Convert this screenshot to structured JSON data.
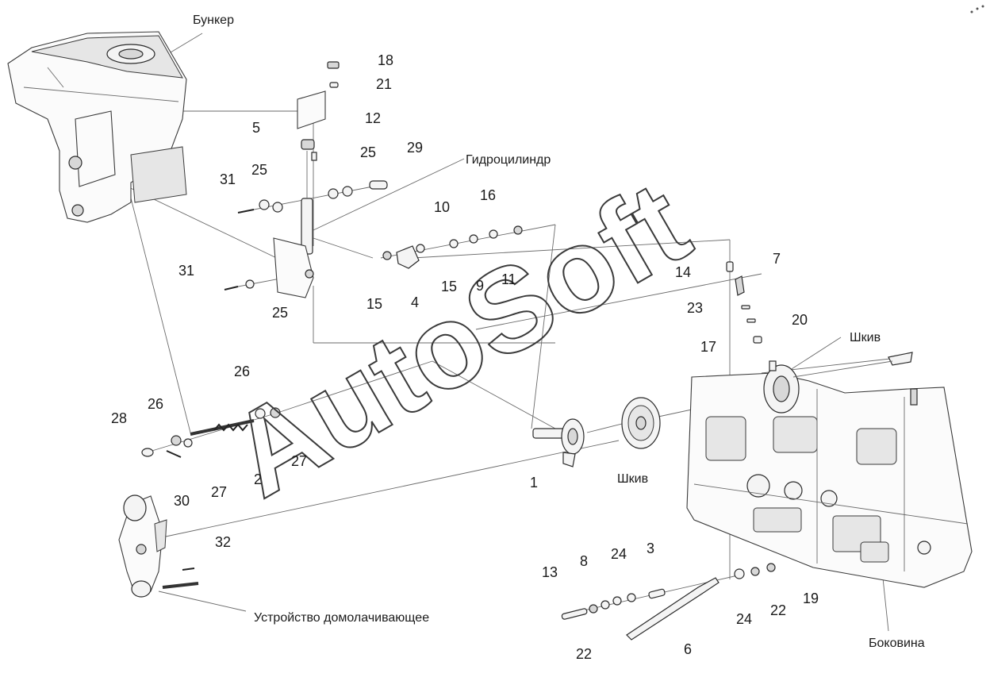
{
  "labels": {
    "bunker": "Бункер",
    "hydrocylinder": "Гидроцилиндр",
    "pulley_top": "Шкив",
    "pulley_mid": "Шкив",
    "threshing_device": "Устройство домолачивающее",
    "side_wall": "Боковина"
  },
  "callouts": {
    "n18": "18",
    "n21": "21",
    "n5": "5",
    "n12": "12",
    "n25a": "25",
    "n29": "29",
    "n31a": "31",
    "n25b": "25",
    "n10": "10",
    "n16": "16",
    "n31b": "31",
    "n25c": "25",
    "n15a": "15",
    "n4": "4",
    "n15b": "15",
    "n9": "9",
    "n11": "11",
    "n14": "14",
    "n7": "7",
    "n23": "23",
    "n20": "20",
    "n17": "17",
    "n26a": "26",
    "n28": "28",
    "n26b": "26",
    "n30": "30",
    "n27a": "27",
    "n2": "2",
    "n27b": "27",
    "n1": "1",
    "n32": "32",
    "n13": "13",
    "n8": "8",
    "n24a": "24",
    "n3": "3",
    "n22a": "22",
    "n6": "6",
    "n24b": "24",
    "n22b": "22",
    "n19": "19"
  }
}
